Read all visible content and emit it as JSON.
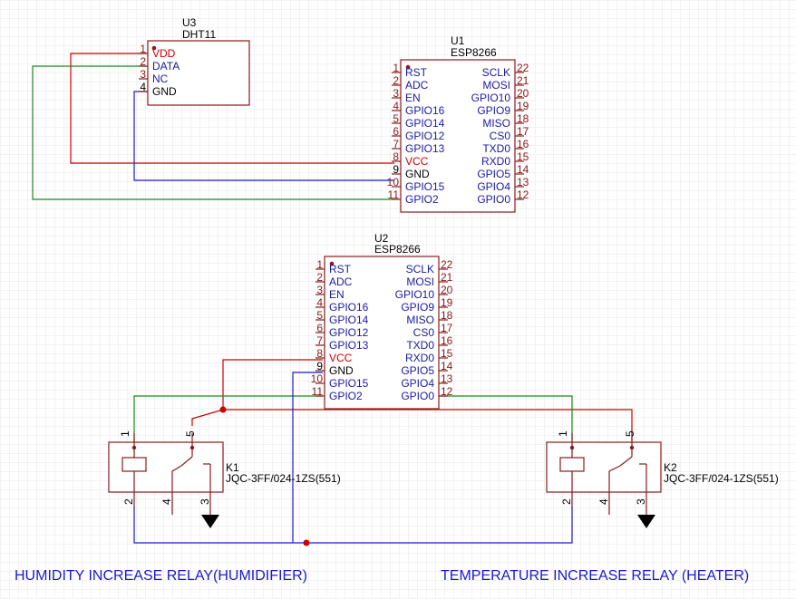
{
  "u3": {
    "ref": "U3",
    "value": "DHT11",
    "pins": [
      {
        "num": "1",
        "label": "VDD"
      },
      {
        "num": "2",
        "label": "DATA"
      },
      {
        "num": "3",
        "label": "NC"
      },
      {
        "num": "4",
        "label": "GND"
      }
    ]
  },
  "u1": {
    "ref": "U1",
    "value": "ESP8266",
    "left_pins": [
      {
        "num": "1",
        "label": "RST"
      },
      {
        "num": "2",
        "label": "ADC"
      },
      {
        "num": "3",
        "label": "EN"
      },
      {
        "num": "4",
        "label": "GPIO16"
      },
      {
        "num": "5",
        "label": "GPIO14"
      },
      {
        "num": "6",
        "label": "GPIO12"
      },
      {
        "num": "7",
        "label": "GPIO13"
      },
      {
        "num": "8",
        "label": "VCC"
      },
      {
        "num": "9",
        "label": "GND"
      },
      {
        "num": "10",
        "label": "GPIO15"
      },
      {
        "num": "11",
        "label": "GPIO2"
      }
    ],
    "right_pins": [
      {
        "num": "22",
        "label": "SCLK"
      },
      {
        "num": "21",
        "label": "MOSI"
      },
      {
        "num": "20",
        "label": "GPIO10"
      },
      {
        "num": "19",
        "label": "GPIO9"
      },
      {
        "num": "18",
        "label": "MISO"
      },
      {
        "num": "17",
        "label": "CS0"
      },
      {
        "num": "16",
        "label": "TXD0"
      },
      {
        "num": "15",
        "label": "RXD0"
      },
      {
        "num": "14",
        "label": "GPIO5"
      },
      {
        "num": "13",
        "label": "GPIO4"
      },
      {
        "num": "12",
        "label": "GPIO0"
      }
    ]
  },
  "u2": {
    "ref": "U2",
    "value": "ESP8266",
    "left_pins": [
      {
        "num": "1",
        "label": "RST"
      },
      {
        "num": "2",
        "label": "ADC"
      },
      {
        "num": "3",
        "label": "EN"
      },
      {
        "num": "4",
        "label": "GPIO16"
      },
      {
        "num": "5",
        "label": "GPIO14"
      },
      {
        "num": "6",
        "label": "GPIO12"
      },
      {
        "num": "7",
        "label": "GPIO13"
      },
      {
        "num": "8",
        "label": "VCC"
      },
      {
        "num": "9",
        "label": "GND"
      },
      {
        "num": "10",
        "label": "GPIO15"
      },
      {
        "num": "11",
        "label": "GPIO2"
      }
    ],
    "right_pins": [
      {
        "num": "22",
        "label": "SCLK"
      },
      {
        "num": "21",
        "label": "MOSI"
      },
      {
        "num": "20",
        "label": "GPIO10"
      },
      {
        "num": "19",
        "label": "GPIO9"
      },
      {
        "num": "18",
        "label": "MISO"
      },
      {
        "num": "17",
        "label": "CS0"
      },
      {
        "num": "16",
        "label": "TXD0"
      },
      {
        "num": "15",
        "label": "RXD0"
      },
      {
        "num": "14",
        "label": "GPIO5"
      },
      {
        "num": "13",
        "label": "GPIO4"
      },
      {
        "num": "12",
        "label": "GPIO0"
      }
    ]
  },
  "k1": {
    "ref": "K1",
    "value": "JQC-3FF/024-1ZS(551)",
    "pins": {
      "p1": "1",
      "p2": "2",
      "p3": "3",
      "p4": "4",
      "p5": "5"
    }
  },
  "k2": {
    "ref": "K2",
    "value": "JQC-3FF/024-1ZS(551)",
    "pins": {
      "p1": "1",
      "p2": "2",
      "p3": "3",
      "p4": "4",
      "p5": "5"
    }
  },
  "captions": {
    "left": "HUMIDITY INCREASE RELAY(HUMIDIFIER)",
    "right": "TEMPERATURE INCREASE RELAY (HEATER)"
  },
  "colors": {
    "power_wire": "#cc0000",
    "signal_wire": "#1a8a1a",
    "ground_wire": "#1a1acc",
    "component_outline": "#8a1a1a",
    "pin_label": "#1a1aa0"
  }
}
